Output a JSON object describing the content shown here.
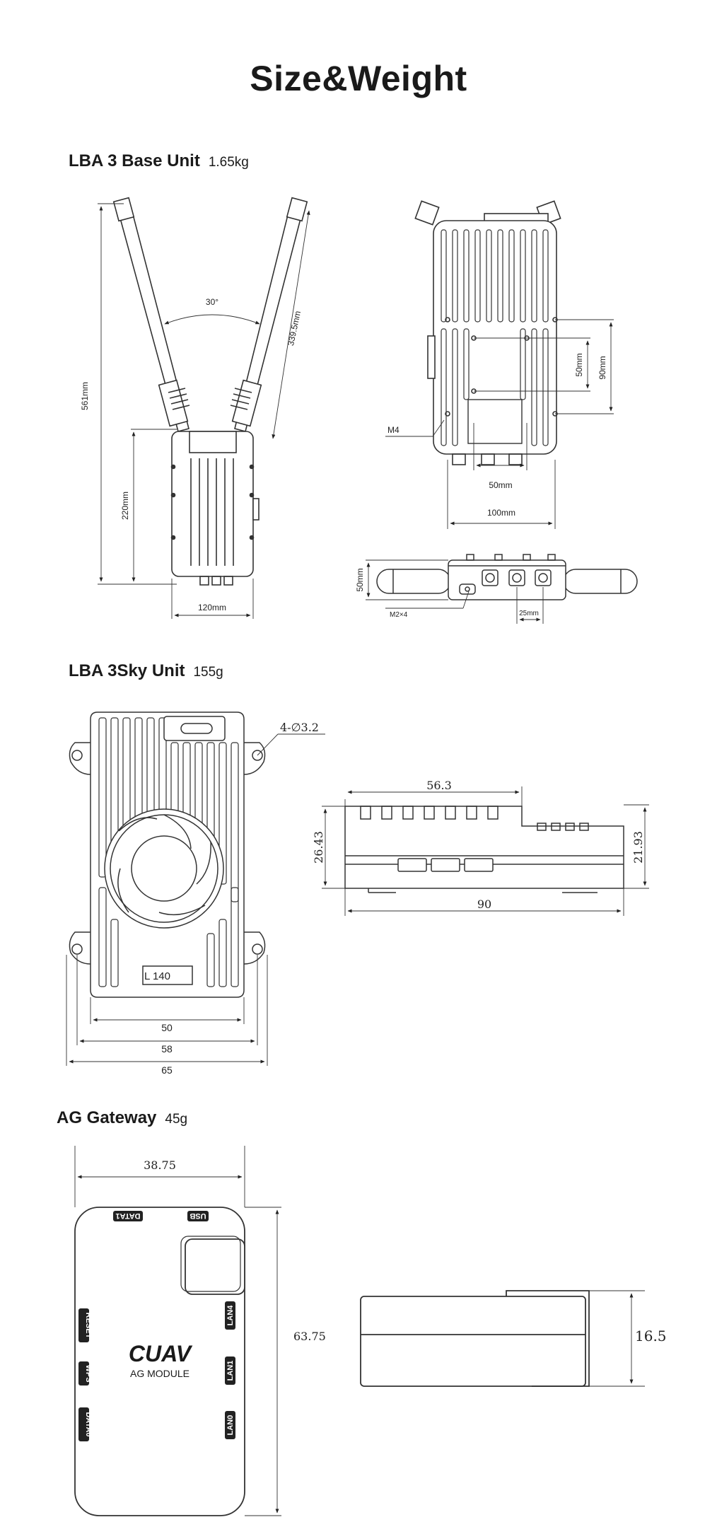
{
  "page_title": "Size&Weight",
  "sections": {
    "base": {
      "name": "LBA 3 Base Unit",
      "weight": "1.65kg"
    },
    "sky": {
      "name": "LBA 3Sky Unit",
      "weight": "155g"
    },
    "gateway": {
      "name": "AG Gateway",
      "weight": "45g"
    }
  },
  "base_dims": {
    "angle": "30°",
    "antenna": "339.5mm",
    "height_total": "561mm",
    "height_body": "220mm",
    "width_front": "120mm",
    "w50": "50mm",
    "h50": "50mm",
    "h90": "90mm",
    "w100": "100mm",
    "m4": "M4",
    "side_h50": "50mm",
    "m2x4": "M2×4",
    "w25": "25mm"
  },
  "sky_dims": {
    "hole": "4-∅3.2",
    "l140": "L   140",
    "w50": "50",
    "w58": "58",
    "w65": "65",
    "side_len": "56.3",
    "side_h": "26.43",
    "side_h2": "21.93",
    "side_w": "90"
  },
  "gw_dims": {
    "w": "38.75",
    "h": "63.75",
    "thick": "16.5",
    "brand": "CUAV",
    "module": "AG MODULE",
    "ports": {
      "data1": "DATA1",
      "usb": "USB",
      "reset": "RESET",
      "wps": "WPS",
      "data0": "DATA0",
      "lan4": "LAN4",
      "lan1": "LAN1",
      "lan0": "LAN0"
    }
  }
}
